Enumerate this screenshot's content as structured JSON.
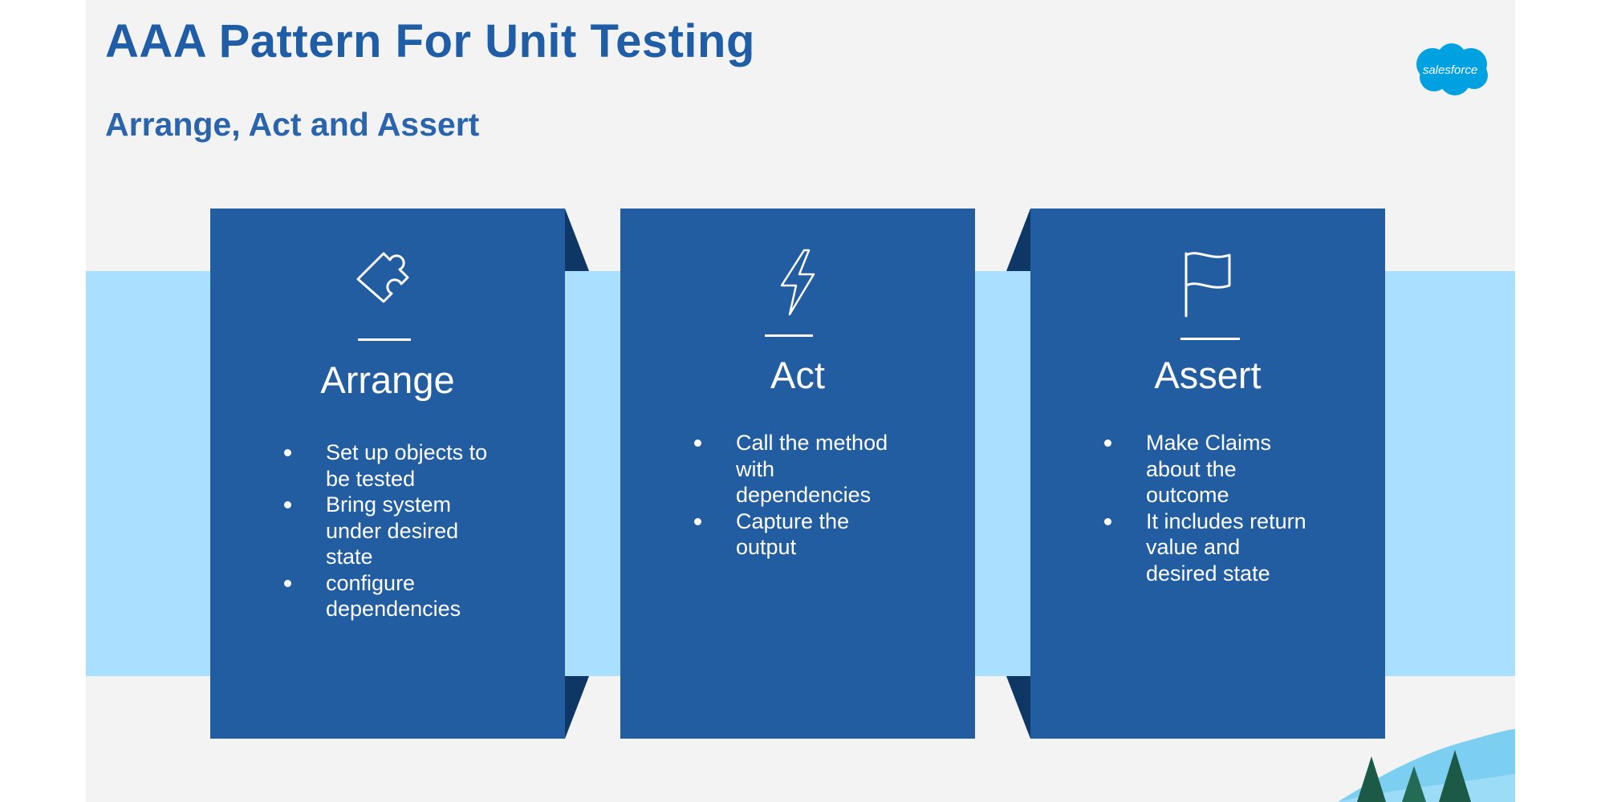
{
  "slide": {
    "title": "AAA Pattern For Unit Testing",
    "subtitle": "Arrange, Act and Assert",
    "logo_text": "salesforce"
  },
  "panels": [
    {
      "heading": "Arrange",
      "icon": "puzzle-piece-icon",
      "bullets": [
        "Set up objects to be tested",
        "Bring system under desired state",
        "configure dependencies"
      ],
      "bullet_lines": [
        [
          "Set up objects to",
          "be tested"
        ],
        [
          "Bring system",
          "under desired",
          "state"
        ],
        [
          "configure",
          "dependencies"
        ]
      ]
    },
    {
      "heading": "Act",
      "icon": "lightning-bolt-icon",
      "bullets": [
        "Call the method with dependencies",
        "Capture the output"
      ],
      "bullet_lines": [
        [
          "Call the method",
          "with",
          "dependencies"
        ],
        [
          "Capture the",
          "output"
        ]
      ]
    },
    {
      "heading": "Assert",
      "icon": "flag-icon",
      "bullets": [
        "Make Claims about the outcome",
        "It includes return value and desired state"
      ],
      "bullet_lines": [
        [
          "Make Claims",
          "about the",
          "outcome"
        ],
        [
          "It includes return",
          "value and",
          "desired state"
        ]
      ]
    }
  ],
  "colors": {
    "slide_background": "#f3f3f4",
    "band": "#aadfff",
    "panel": "#215da0",
    "panel_fold": "#0e3766",
    "title_text": "#1f5ea6",
    "logo": "#00a1e0",
    "panel_text": "#ffffff"
  }
}
